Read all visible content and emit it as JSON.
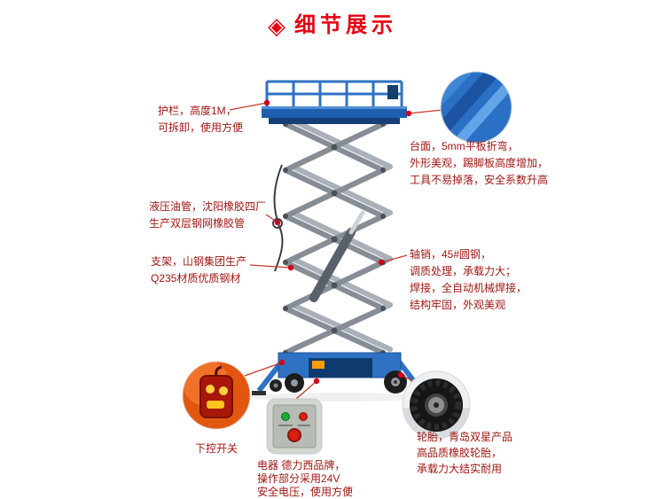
{
  "header": {
    "icon": "◈",
    "title": "细节展示"
  },
  "annotations": {
    "guardrail": {
      "lines": [
        "护栏，高度1M，",
        "可拆卸，使用方便"
      ]
    },
    "platform": {
      "lines": [
        "台面，5mm平板折弯，",
        "外形美观，踢脚板高度增加，",
        "工具不易掉落，安全系数升高"
      ]
    },
    "hydraulic_hose": {
      "lines": [
        "液压油管，沈阳橡胶四厂",
        "生产双层钢网橡胶管"
      ]
    },
    "bracket": {
      "lines": [
        "支架，山钢集团生产",
        "Q235材质优质钢材"
      ]
    },
    "axle_pin": {
      "lines": [
        "轴销，45#圆钢，",
        "调质处理，承载力大；",
        "焊接，全自动机械焊接，",
        "结构牢固，外观美观"
      ]
    },
    "remote_switch": {
      "label": "下控开关"
    },
    "electric": {
      "lines": [
        "电器 德力西品牌，",
        "操作部分采用24V",
        "安全电压，使用方便"
      ]
    },
    "tire": {
      "lines": [
        "轮胎，青岛双星产品",
        "高品质橡胶轮胎，",
        "承载力大结实耐用"
      ]
    }
  },
  "icons": {
    "title_diamond": "◈"
  },
  "colors": {
    "title_red": "#e60012",
    "note_red": "#9e1410",
    "machine_blue": "#2f72c4",
    "callout_red": "#c43b30",
    "dot_red": "#d0021b"
  }
}
